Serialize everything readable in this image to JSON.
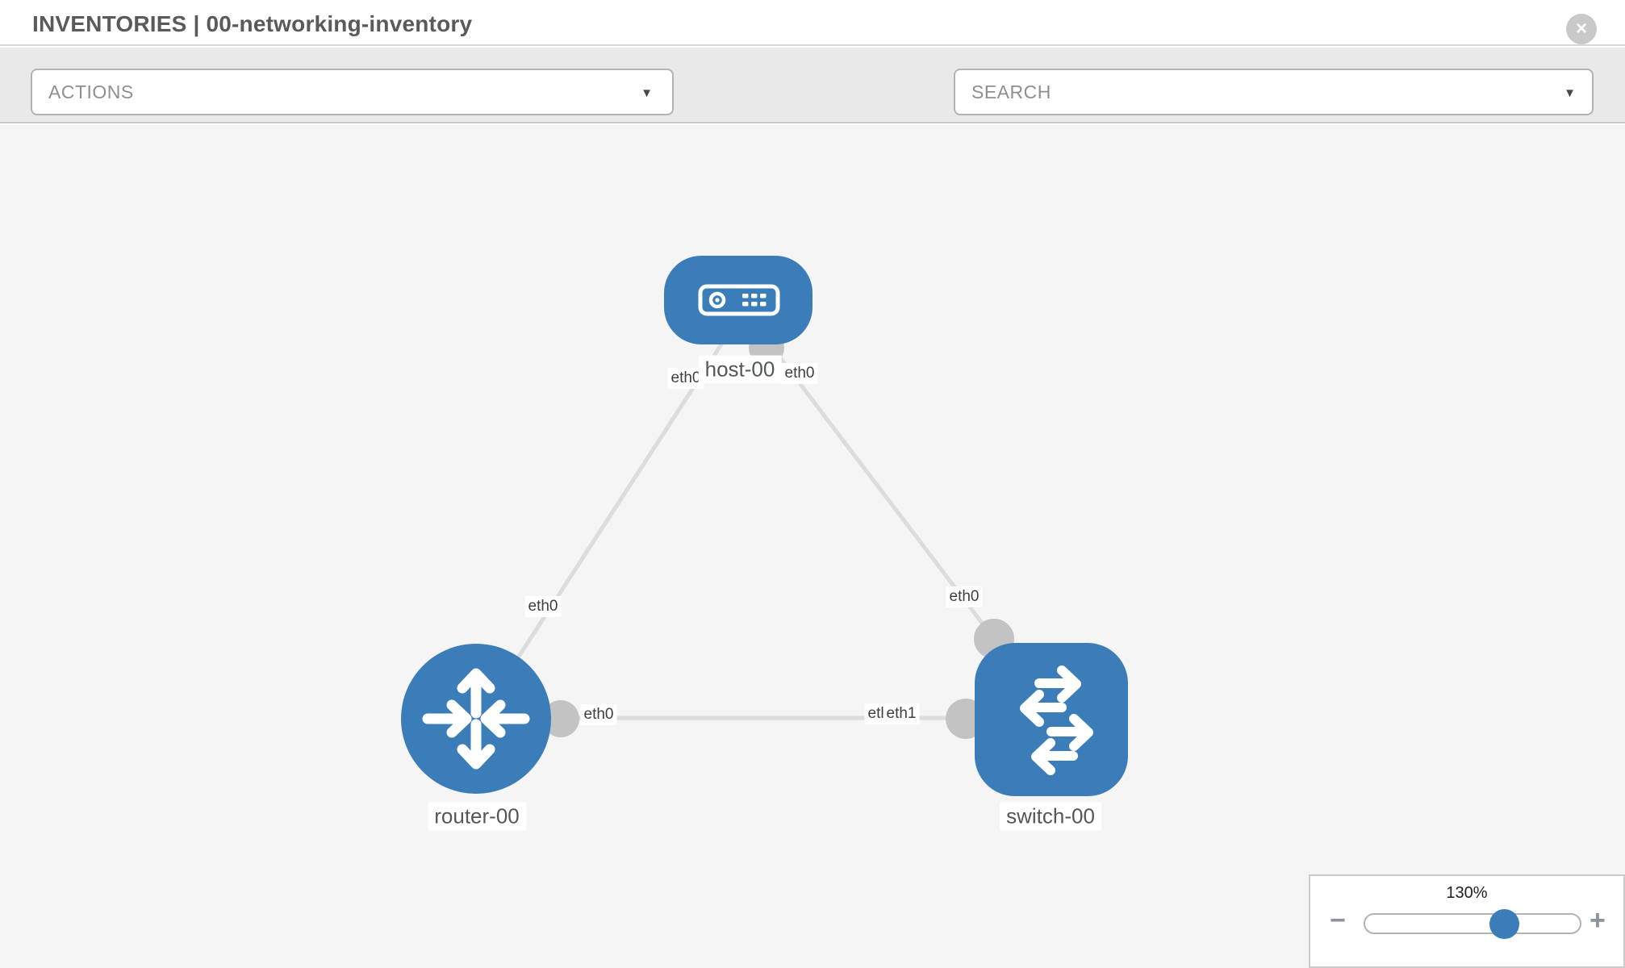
{
  "header": {
    "title": "INVENTORIES | 00-networking-inventory"
  },
  "toolbar": {
    "actions_placeholder": "ACTIONS",
    "search_placeholder": "SEARCH"
  },
  "icons": {
    "close": "×",
    "caret": "▼",
    "minus": "−",
    "plus": "+"
  },
  "topology": {
    "nodes": [
      {
        "label": "host-00",
        "type": "host"
      },
      {
        "label": "router-00",
        "type": "router"
      },
      {
        "label": "switch-00",
        "type": "switch"
      }
    ],
    "links": [
      {
        "from": "host-00",
        "from_if": "eth0",
        "to": "router-00",
        "to_if": "eth0"
      },
      {
        "from": "host-00",
        "from_if": "eth0",
        "to": "switch-00",
        "to_if": "eth0"
      },
      {
        "from": "router-00",
        "from_if": "eth0",
        "to": "switch-00",
        "to_if": "eth1"
      }
    ],
    "overlapped_interface_label": "eth0"
  },
  "zoom_control": {
    "level": "130%"
  },
  "colors": {
    "node_blue": "#3b7db9",
    "link_gray": "#dcdcdc",
    "connector_gray": "#c3c3c3",
    "canvas_bg": "#f5f5f5",
    "toolbar_bg": "#e9e9e9"
  }
}
